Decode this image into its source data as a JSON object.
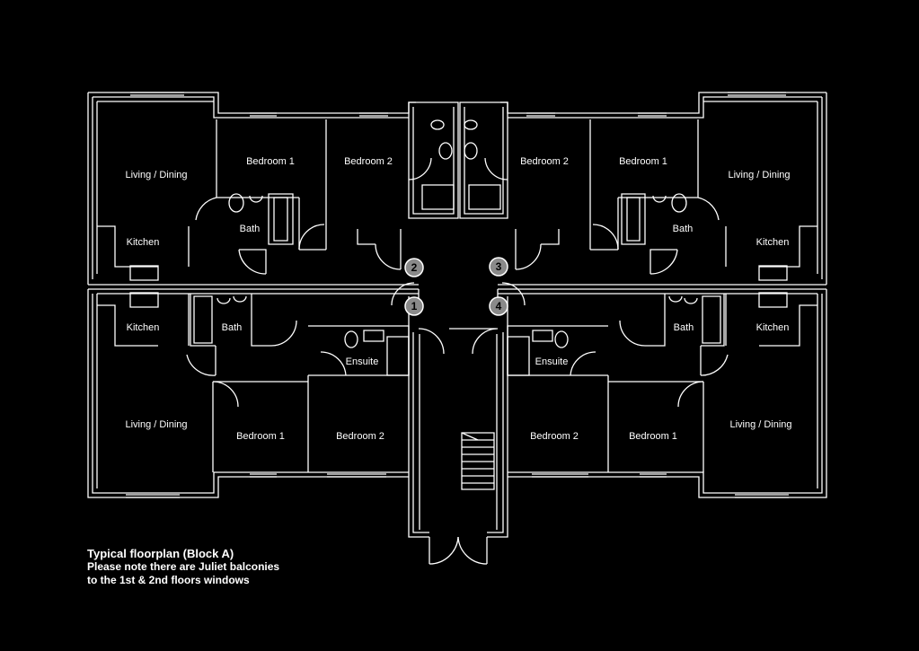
{
  "colors": {
    "background": "#000000",
    "wall": "#ffffff",
    "marker": "#8a8a8a"
  },
  "rooms": [
    {
      "label": "Living / Dining"
    },
    {
      "label": "Bedroom 1"
    },
    {
      "label": "Bedroom 2"
    },
    {
      "label": "Bath"
    },
    {
      "label": "Kitchen"
    },
    {
      "label": "Bedroom 2"
    },
    {
      "label": "Bedroom 1"
    },
    {
      "label": "Living / Dining"
    },
    {
      "label": "Bath"
    },
    {
      "label": "Kitchen"
    },
    {
      "label": "Kitchen"
    },
    {
      "label": "Bath"
    },
    {
      "label": "Ensuite"
    },
    {
      "label": "Living / Dining"
    },
    {
      "label": "Bedroom 1"
    },
    {
      "label": "Bedroom 2"
    },
    {
      "label": "Ensuite"
    },
    {
      "label": "Bath"
    },
    {
      "label": "Kitchen"
    },
    {
      "label": "Bedroom 2"
    },
    {
      "label": "Bedroom 1"
    },
    {
      "label": "Living / Dining"
    }
  ],
  "unit_markers": [
    "1",
    "2",
    "3",
    "4"
  ],
  "caption": {
    "title": "Typical floorplan (Block A)",
    "line1": "Please note there are Juliet balconies",
    "line2": "to the 1st & 2nd floors windows"
  }
}
